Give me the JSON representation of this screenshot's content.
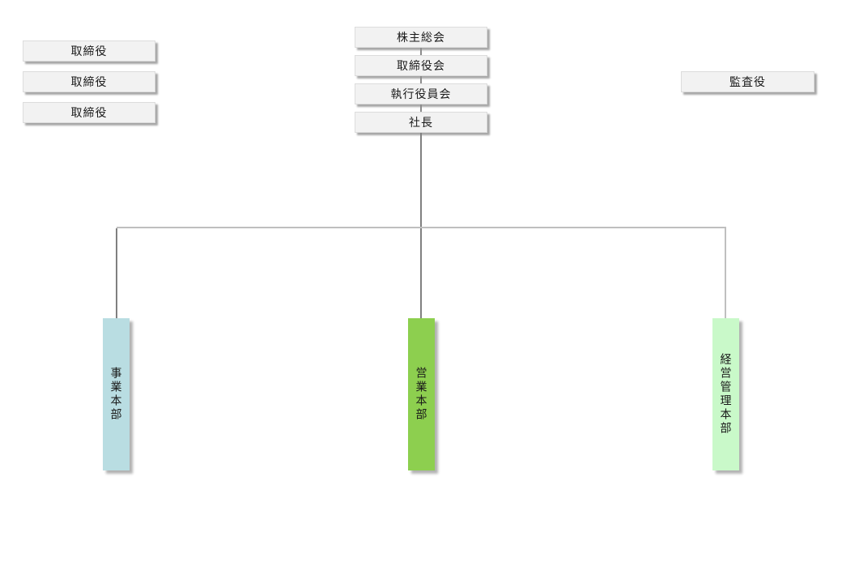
{
  "chart": {
    "type": "org-chart",
    "background": "#ffffff"
  },
  "colors": {
    "node_fill": "#f2f2f2",
    "node_border": "#dcdcdc",
    "connector_dark": "#808080",
    "connector_light": "#bfbfbf",
    "text": "#1a1a1a"
  },
  "governance_chain": [
    {
      "id": "shareholders-meeting",
      "label": "株主総会"
    },
    {
      "id": "board-of-directors",
      "label": "取締役会"
    },
    {
      "id": "executive-committee",
      "label": "執行役員会"
    },
    {
      "id": "president",
      "label": "社長"
    }
  ],
  "directors": [
    {
      "label": "取締役"
    },
    {
      "label": "取締役"
    },
    {
      "label": "取締役"
    }
  ],
  "auditor": {
    "label": "監査役"
  },
  "divisions": [
    {
      "id": "business-division",
      "label": "事業本部",
      "fill": "#b9dde2"
    },
    {
      "id": "sales-division",
      "label": "営業本部",
      "fill": "#8dcf4f"
    },
    {
      "id": "management-division",
      "label": "経営管理本部",
      "fill": "#c9f9c9"
    }
  ]
}
